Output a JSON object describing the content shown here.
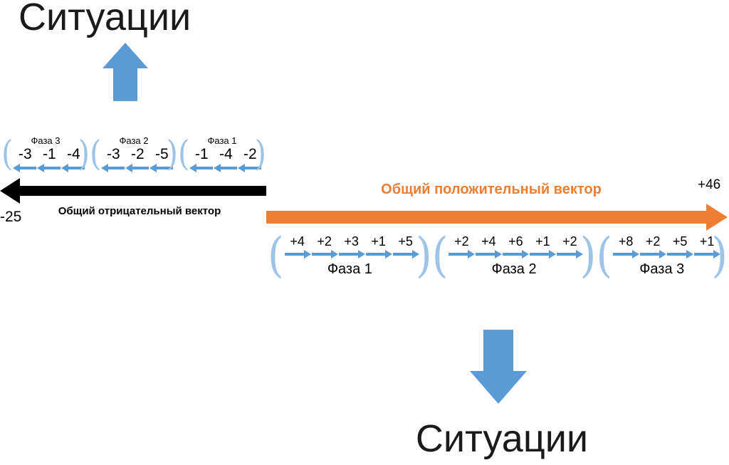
{
  "titles": {
    "top": "Ситуации",
    "bottom": "Ситуации"
  },
  "negative": {
    "total_label": "Общий отрицательный вектор",
    "total_value": "-25",
    "phases": [
      {
        "label": "Фаза 3",
        "values": [
          "-3",
          "-1",
          "-4"
        ]
      },
      {
        "label": "Фаза 2",
        "values": [
          "-3",
          "-2",
          "-5"
        ]
      },
      {
        "label": "Фаза 1",
        "values": [
          "-1",
          "-4",
          "-2"
        ]
      }
    ]
  },
  "positive": {
    "total_label": "Общий положительный вектор",
    "total_value": "+46",
    "phases": [
      {
        "label": "Фаза 1",
        "values": [
          "+4",
          "+2",
          "+3",
          "+1",
          "+5"
        ]
      },
      {
        "label": "Фаза 2",
        "values": [
          "+2",
          "+4",
          "+6",
          "+1",
          "+2"
        ]
      },
      {
        "label": "Фаза 3",
        "values": [
          "+8",
          "+2",
          "+5",
          "+1"
        ]
      }
    ]
  },
  "glyphs": {
    "open_bracket": "(",
    "close_bracket": ")"
  },
  "colors": {
    "blue": "#5B9BD5",
    "orange": "#ED7D31",
    "bracket": "#9DC3E6",
    "black": "#000000"
  }
}
